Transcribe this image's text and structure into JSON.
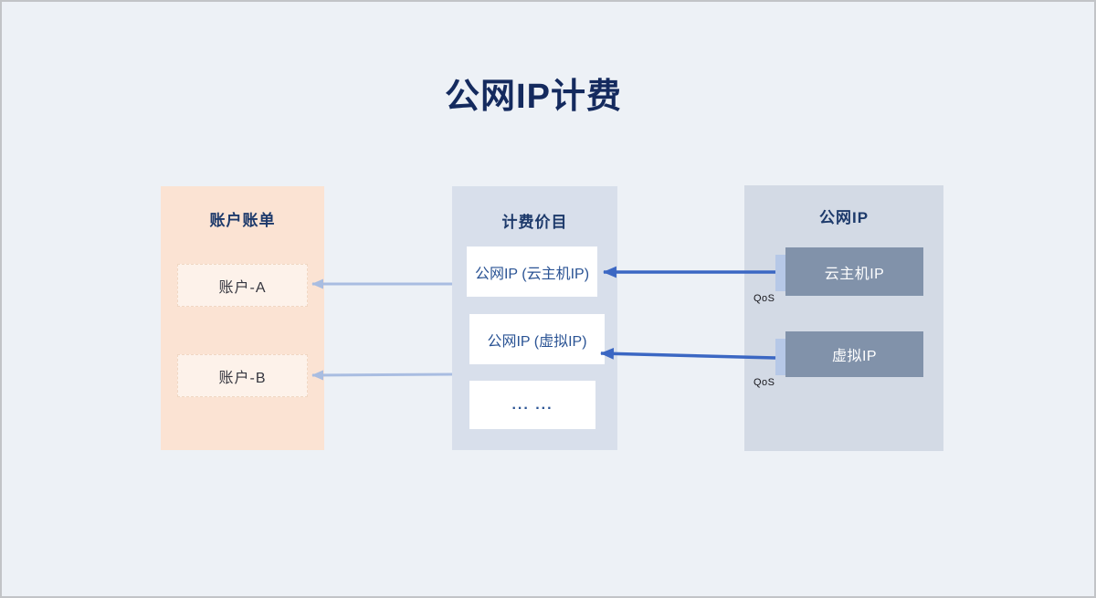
{
  "title": "公网IP计费",
  "colors": {
    "background": "#edf1f6",
    "page_border": "#c2c4c7",
    "title_text": "#142a5e",
    "panel_title_text": "#1d3a6b",
    "left_panel_bg": "#fbe3d3",
    "left_item_bg": "#fdf2ea",
    "left_item_border": "#f0d7c3",
    "left_item_text": "#35363f",
    "middle_panel_bg": "#d8dfeb",
    "middle_item_bg": "#ffffff",
    "middle_item_text": "#2a5394",
    "right_panel_bg": "#d3dae5",
    "right_item_bg": "#8192aa",
    "right_item_text": "#ffffff",
    "qos_port_bg": "#b6c8e7",
    "qos_text": "#15151a",
    "arrow_dark": "#3b67c3",
    "arrow_light": "#a9bde1"
  },
  "left_panel": {
    "title": "账户账单",
    "items": [
      {
        "label": "账户-A"
      },
      {
        "label": "账户-B"
      }
    ]
  },
  "middle_panel": {
    "title": "计费价目",
    "items": [
      {
        "label": "公网IP (云主机IP)"
      },
      {
        "label": "公网IP (虚拟IP)"
      },
      {
        "label": "... ..."
      }
    ]
  },
  "right_panel": {
    "title": "公网IP",
    "items": [
      {
        "label": "云主机IP",
        "qos_label": "QoS"
      },
      {
        "label": "虚拟IP",
        "qos_label": "QoS"
      }
    ]
  },
  "arrows": [
    {
      "from": "云主机IP",
      "to": "公网IP (云主机IP)",
      "style": "dark"
    },
    {
      "from": "虚拟IP",
      "to": "公网IP (虚拟IP)",
      "style": "dark"
    },
    {
      "from": "公网IP (云主机IP)",
      "to": "账户-A",
      "style": "light"
    },
    {
      "from": "公网IP (虚拟IP)",
      "to": "账户-B",
      "style": "light"
    }
  ]
}
